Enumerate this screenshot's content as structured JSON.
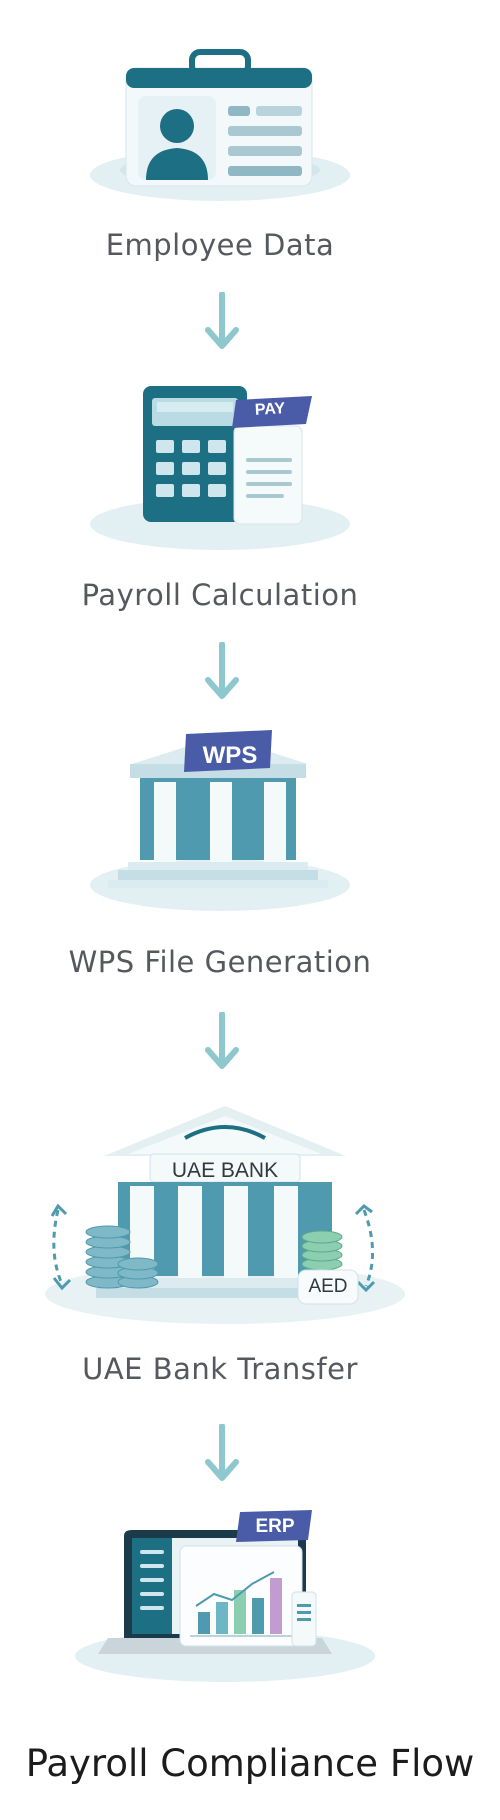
{
  "steps": [
    {
      "label": "Employee Data"
    },
    {
      "label": "Payroll Calculation",
      "badge": "PAY"
    },
    {
      "label": "WPS File Generation",
      "badge": "WPS"
    },
    {
      "label": "UAE Bank Transfer",
      "badge": "UAE BANK",
      "currency": "AED"
    },
    {
      "label": "",
      "badge": "ERP"
    }
  ],
  "footer": {
    "title": "Payroll Compliance Flow"
  },
  "colors": {
    "teal": "#1d6f84",
    "teal_light": "#8fc7cf",
    "badge": "#4a5ca8",
    "label": "#55595d"
  }
}
